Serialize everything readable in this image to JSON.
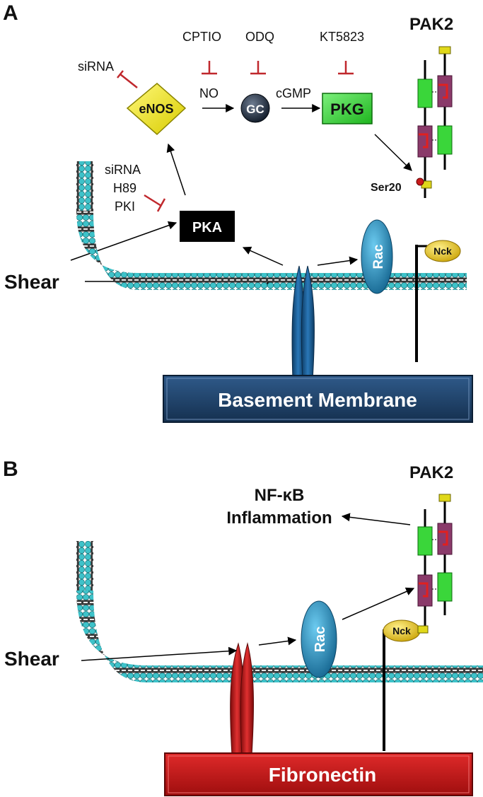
{
  "panel_a": {
    "label": "A",
    "inhibitors": {
      "sirna_enos": "siRNA",
      "cptio": "CPTIO",
      "odq": "ODQ",
      "kt5823": "KT5823",
      "pka_line1": "siRNA",
      "pka_line2": "H89",
      "pka_line3": "PKI"
    },
    "nodes": {
      "enos": "eNOS",
      "no": "NO",
      "gc": "GC",
      "cgmp": "cGMP",
      "pkg": "PKG",
      "pka": "PKA",
      "rac": "Rac",
      "nck": "Nck",
      "pak2": "PAK2",
      "ser20": "Ser20"
    },
    "shear": "Shear",
    "base": "Basement Membrane"
  },
  "panel_b": {
    "label": "B",
    "nodes": {
      "pak2": "PAK2",
      "nfkb": "NF-κB",
      "inflammation": "Inflammation",
      "rac": "Rac",
      "nck": "Nck"
    },
    "shear": "Shear",
    "base": "Fibronectin"
  },
  "colors": {
    "membrane_bead": "#3ec2c9",
    "enos": "#f5ec12",
    "pkg": "#3ad63a",
    "pka": "#000000",
    "gc": "#1c2a3c",
    "rac": "#1a86b8",
    "nck": "#e7c21a",
    "inhibitor": "#c0282d",
    "base_a": "#1e3f66",
    "base_b": "#c8161b",
    "integrin_a": "#1d5a8e",
    "integrin_b": "#b81616",
    "pak_green": "#3ad63a",
    "pak_purple": "#8a3a6a",
    "pak_yellow": "#e0d81a"
  }
}
